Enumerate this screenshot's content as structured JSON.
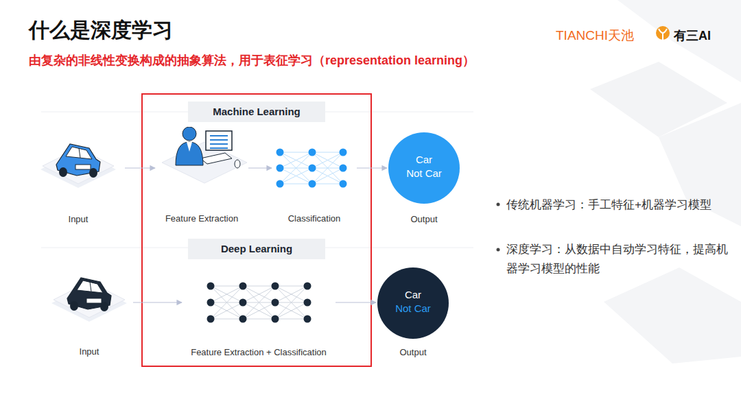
{
  "diagram": {
    "title": "什么是深度学习",
    "nodes": [
      {
        "text": [
          "Input"
        ]
      },
      {
        "text": [
          "Machine Learning"
        ]
      },
      {
        "text": [
          "Feature Extraction"
        ]
      },
      {
        "text": [
          "Classification"
        ]
      },
      {
        "text": [
          "Car",
          "Not Car",
          "Output"
        ]
      },
      {
        "text": [
          "Input"
        ]
      },
      {
        "text": [
          "Deep Learning"
        ]
      },
      {
        "text": [
          "Feature Extraction + Classification"
        ]
      },
      {
        "text": [
          "Car",
          "Not Car",
          "Output"
        ]
      }
    ],
    "edges": [
      {
        "from": 0,
        "to": 2,
        "arrow": "to"
      },
      {
        "from": 2,
        "to": 3,
        "arrow": "to"
      },
      {
        "from": 3,
        "to": 4,
        "arrow": "to"
      },
      {
        "from": 5,
        "to": 7,
        "arrow": "to"
      },
      {
        "from": 7,
        "to": 8,
        "arrow": "to"
      }
    ],
    "labels": [
      "由复杂的非线性变换构成的抽象算法，用于表征学习（representation learning）",
      "TIANCHI天池",
      "有三AI",
      "传统机器学习：手工特征+机器学习模型",
      "深度学习：从数据中自动学习特征，提高机器学习模型的性能"
    ]
  }
}
